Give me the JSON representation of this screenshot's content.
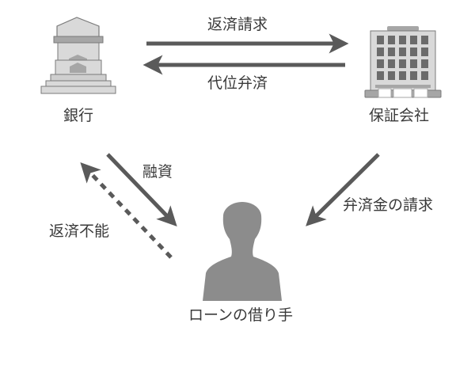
{
  "nodes": {
    "bank": {
      "label": "銀行",
      "icon": "bank-building-icon"
    },
    "guarantor": {
      "label": "保証会社",
      "icon": "office-building-icon"
    },
    "borrower": {
      "label": "ローンの借り手",
      "icon": "person-silhouette-icon"
    }
  },
  "edges": {
    "repayment_request": {
      "label": "返済請求",
      "from": "bank",
      "to": "guarantor",
      "style": "solid"
    },
    "subrogation": {
      "label": "代位弁済",
      "from": "guarantor",
      "to": "bank",
      "style": "solid"
    },
    "loan": {
      "label": "融資",
      "from": "bank",
      "to": "borrower",
      "style": "solid"
    },
    "default": {
      "label": "返済不能",
      "from": "borrower",
      "to": "bank",
      "style": "dashed"
    },
    "reimbursement_claim": {
      "label": "弁済金の請求",
      "from": "guarantor",
      "to": "borrower",
      "style": "solid"
    }
  },
  "colors": {
    "arrow": "#5a5a5a",
    "icon_light": "#d9d9d9",
    "icon_mid": "#a6a6a6",
    "icon_dark": "#6b6b6b",
    "person": "#8c8c8c",
    "text": "#3a3a3a"
  }
}
